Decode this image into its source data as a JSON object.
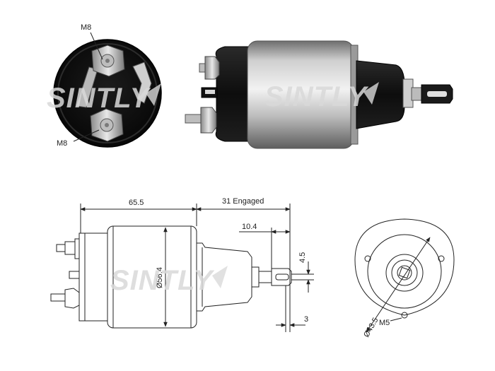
{
  "watermark": {
    "brand": "SINTLY"
  },
  "photo_labels": {
    "top_terminal": "M8",
    "bottom_terminal": "M8"
  },
  "dimensions": {
    "body_length": "65.5",
    "engaged_stroke": "31 Engaged",
    "plunger_offset": "10.4",
    "slot_width": "4.5",
    "tip_thickness": "3",
    "body_diameter": "Ø56.4",
    "bolt_circle": "Ø43.5",
    "mount_thread": "M5"
  },
  "colors": {
    "line": "#222222",
    "body_dark": "#111111",
    "metal_light": "#e6e6e6",
    "metal_mid": "#9a9a9a",
    "watermark": "#d9d9d9"
  }
}
